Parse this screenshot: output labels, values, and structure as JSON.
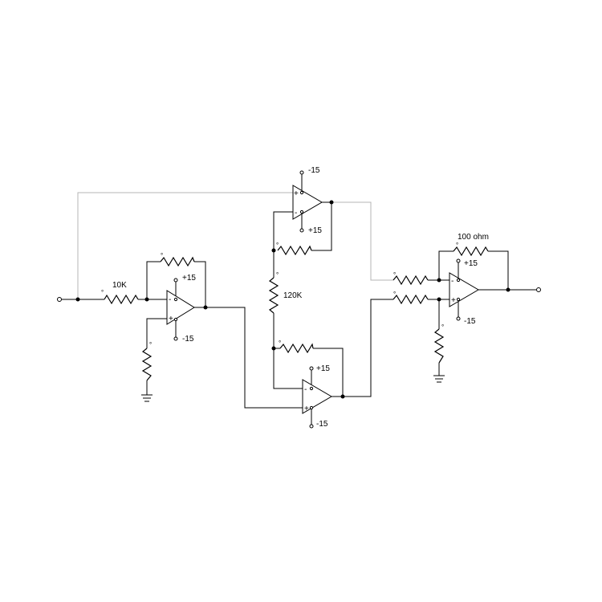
{
  "labels": {
    "r_input": "10K",
    "r_gain": "120K",
    "r_feedback_out": "100 ohm"
  },
  "supplies": {
    "u1_top": "+15",
    "u1_bottom": "-15",
    "u2_top": "-15",
    "u2_bottom": "+15",
    "u3_top": "+15",
    "u3_bottom": "-15",
    "u4_top": "+15",
    "u4_bottom": "-15"
  },
  "pins": {
    "minus": "-",
    "plus": "+"
  },
  "colors": {
    "wire": "#000000",
    "gray_wire": "#b4b4b4",
    "background": "#ffffff"
  }
}
